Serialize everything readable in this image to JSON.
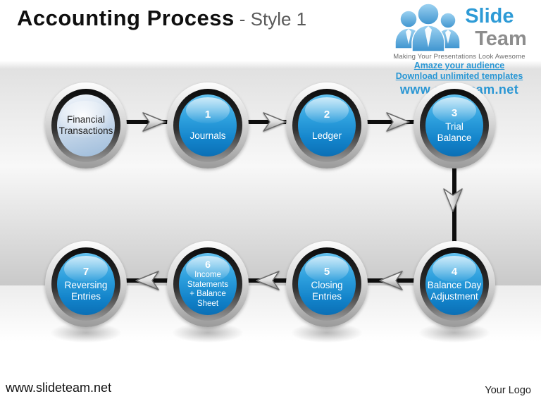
{
  "title": {
    "main": "Accounting Process",
    "sub": "- Style 1"
  },
  "logo": {
    "slide": "Slide",
    "team": "Team",
    "tagline": "Making Your Presentations Look Awesome",
    "promo1": "Amaze your audience",
    "promo2": "Download unlimited templates",
    "promo3": "www.slideteam.net"
  },
  "footer": {
    "left": "www.slideteam.net",
    "right": "Your Logo"
  },
  "colors": {
    "node_blue": "#1e8fd4",
    "node_light_blue": "#b9cfe6",
    "logo_blue": "#2e9bd6",
    "logo_gray": "#8d8d8d",
    "connector": "#0d0d0d",
    "metal_ring": "#c0c0c0"
  },
  "flow": {
    "nodes": [
      {
        "id": "financial-transactions",
        "number": "",
        "lines": [
          "Financial",
          "Transactions"
        ],
        "variant": "light",
        "row": 0,
        "col": 0
      },
      {
        "id": "journals",
        "number": "1",
        "lines": [
          "Journals"
        ],
        "variant": "blue",
        "row": 0,
        "col": 1
      },
      {
        "id": "ledger",
        "number": "2",
        "lines": [
          "Ledger"
        ],
        "variant": "blue",
        "row": 0,
        "col": 2
      },
      {
        "id": "trial-balance",
        "number": "3",
        "lines": [
          "Trial",
          "Balance"
        ],
        "variant": "blue",
        "row": 0,
        "col": 3
      },
      {
        "id": "balance-day-adjustment",
        "number": "4",
        "lines": [
          "Balance Day",
          "Adjustment"
        ],
        "variant": "blue",
        "row": 1,
        "col": 3
      },
      {
        "id": "closing-entries",
        "number": "5",
        "lines": [
          "Closing",
          "Entries"
        ],
        "variant": "blue",
        "row": 1,
        "col": 2
      },
      {
        "id": "income-statements-balance-sheet",
        "number": "6",
        "lines": [
          "Income",
          "Statements",
          "+ Balance",
          "Sheet"
        ],
        "variant": "blue",
        "row": 1,
        "col": 1
      },
      {
        "id": "reversing-entries",
        "number": "7",
        "lines": [
          "Reversing",
          "Entries"
        ],
        "variant": "blue",
        "row": 1,
        "col": 0
      }
    ],
    "connections": [
      {
        "from": "financial-transactions",
        "to": "journals",
        "direction": "right"
      },
      {
        "from": "journals",
        "to": "ledger",
        "direction": "right"
      },
      {
        "from": "ledger",
        "to": "trial-balance",
        "direction": "right"
      },
      {
        "from": "trial-balance",
        "to": "balance-day-adjustment",
        "direction": "down"
      },
      {
        "from": "balance-day-adjustment",
        "to": "closing-entries",
        "direction": "left"
      },
      {
        "from": "closing-entries",
        "to": "income-statements-balance-sheet",
        "direction": "left"
      },
      {
        "from": "income-statements-balance-sheet",
        "to": "reversing-entries",
        "direction": "left"
      }
    ]
  }
}
